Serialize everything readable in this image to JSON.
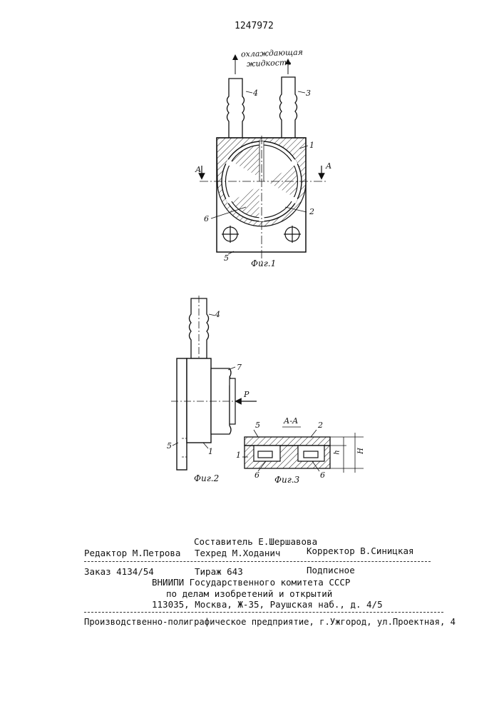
{
  "patent_number": "1247972",
  "fig1": {
    "flow_label_line1": "охлаждающая",
    "flow_label_line2": "жидкость",
    "num_4": "4",
    "num_3": "3",
    "num_1": "1",
    "num_2": "2",
    "num_6": "6",
    "num_5": "5",
    "section_left": "А",
    "section_right": "А",
    "caption": "Фиг.1"
  },
  "fig2": {
    "num_4": "4",
    "num_7": "7",
    "num_5": "5",
    "num_1": "1",
    "force": "P",
    "caption": "Фиг.2"
  },
  "fig3": {
    "section_title": "А-А",
    "num_5": "5",
    "num_2": "2",
    "num_1": "1",
    "num_6a": "6",
    "num_6b": "6",
    "dim_h": "h",
    "dim_H": "H",
    "caption": "Фиг.3"
  },
  "footer": {
    "compiler": "Составитель Е.Шершавова",
    "editor": "Редактор М.Петрова",
    "techred": "Техред М.Ходанич",
    "corrector": "Корректор В.Синицкая",
    "order": "Заказ 4134/54",
    "print_run": "Тираж 643",
    "subscription": "Подписное",
    "institute": "ВНИИПИ Государственного комитета СССР",
    "affairs": "по делам изобретений и открытий",
    "address": "113035, Москва, Ж-35, Раушская наб., д. 4/5",
    "printer": "Производственно-полиграфическое предприятие, г.Ужгород, ул.Проектная, 4"
  }
}
